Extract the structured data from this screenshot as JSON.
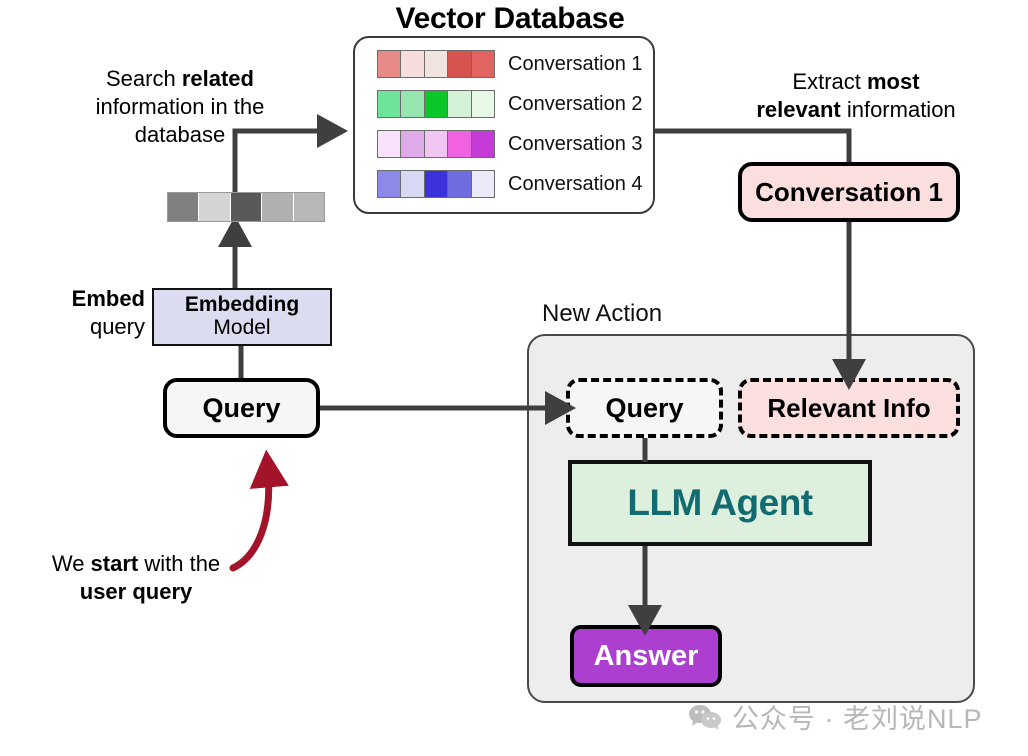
{
  "diagram": {
    "title": "Vector Database",
    "panel_label": "New Action"
  },
  "vector_database": {
    "title": "Vector Database",
    "rows": [
      {
        "label": "Conversation 1",
        "colors": [
          "#e88b88",
          "#f6dcdc",
          "#f1e4e0",
          "#d65450",
          "#e26460"
        ]
      },
      {
        "label": "Conversation 2",
        "colors": [
          "#6ee39a",
          "#95e6ae",
          "#0bc72a",
          "#d4f2d8",
          "#e8fae7"
        ]
      },
      {
        "label": "Conversation 3",
        "colors": [
          "#f7e1fb",
          "#deaae9",
          "#f2c6f3",
          "#ef63e0",
          "#c43bd8"
        ]
      },
      {
        "label": "Conversation 4",
        "colors": [
          "#8b8ae8",
          "#d7d8f4",
          "#3b32db",
          "#6f6ddf",
          "#eceaf8"
        ]
      }
    ]
  },
  "query_vector": {
    "name": "embedded-query-vector",
    "colors": [
      "#808080",
      "#d4d4d4",
      "#595959",
      "#b0b0b0",
      "#b7b7b7"
    ]
  },
  "annotations": {
    "search": {
      "line1_plain": "Search ",
      "line1_bold": "related",
      "line2": "information in the",
      "line3": "database"
    },
    "extract": {
      "line1_plain": "Extract ",
      "line1_bold": "most",
      "line2_bold": "relevant",
      "line2_plain": " information"
    },
    "embed": {
      "bold": "Embed",
      "plain": "query"
    },
    "start": {
      "line1_plain_a": "We ",
      "line1_bold": "start",
      "line1_plain_b": " with the",
      "line2_bold": "user query"
    }
  },
  "boxes": {
    "embedding_model": {
      "line1": "Embedding",
      "line2": "Model"
    },
    "query": "Query",
    "conversation_1": "Conversation 1",
    "query_dashed": "Query",
    "relevant_info": "Relevant Info",
    "llm_agent": "LLM Agent",
    "answer": "Answer"
  },
  "watermark": {
    "text": "公众号 · 老刘说NLP"
  },
  "colors": {
    "arrow_gray": "#3f3f3f",
    "red_arrow": "#a3132a",
    "llm_text_teal": "#136b72",
    "answer_purple": "#ad3fd0",
    "relevant_pink": "#fbdede",
    "embedding_lavender": "#dcdcf0",
    "llm_green": "#ddefdd",
    "panel_gray": "#ededed"
  }
}
